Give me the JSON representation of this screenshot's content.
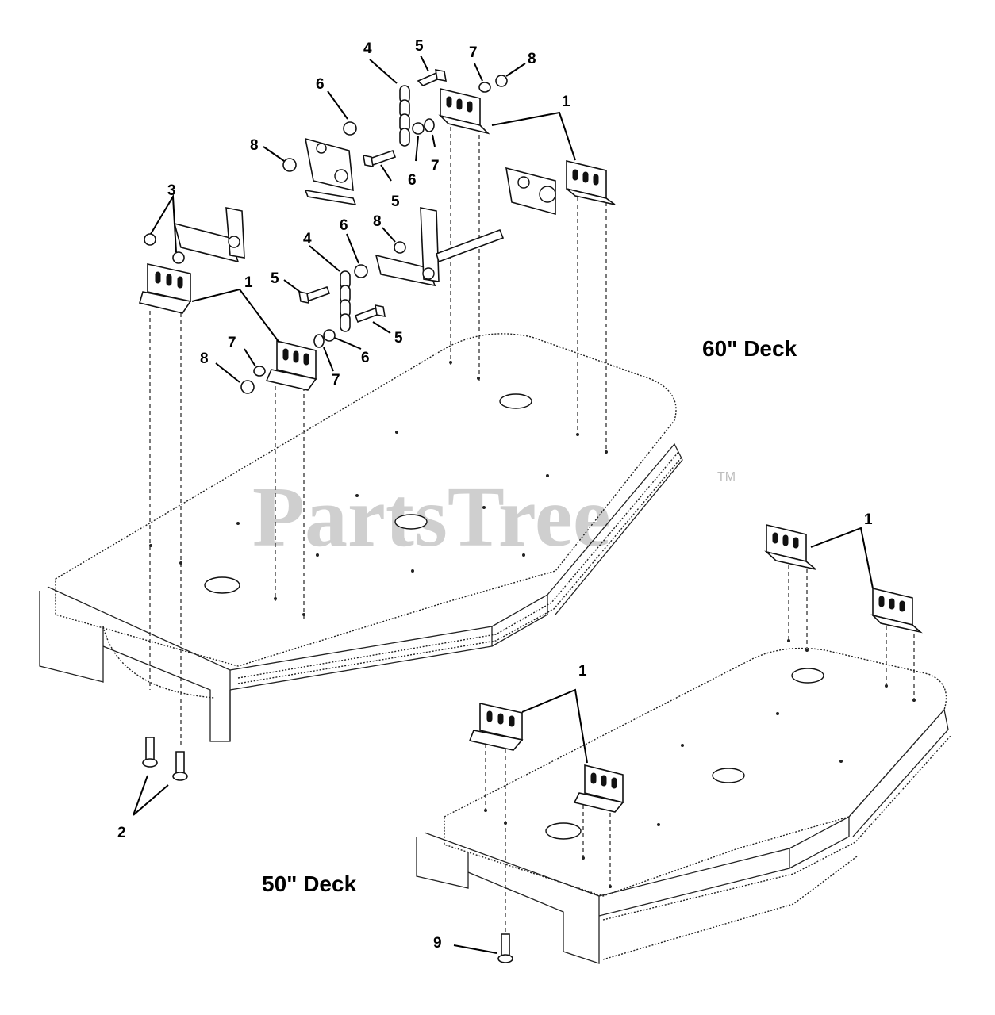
{
  "watermark": {
    "text": "PartsTree",
    "trademark": "TM"
  },
  "labels": {
    "deck_60": "60\" Deck",
    "deck_50": "50\" Deck"
  },
  "callouts": [
    {
      "id": "c1",
      "text": "4"
    },
    {
      "id": "c2",
      "text": "5"
    },
    {
      "id": "c3",
      "text": "7"
    },
    {
      "id": "c4",
      "text": "8"
    },
    {
      "id": "c5",
      "text": "6"
    },
    {
      "id": "c6",
      "text": "1"
    },
    {
      "id": "c7",
      "text": "8"
    },
    {
      "id": "c8",
      "text": "6"
    },
    {
      "id": "c9",
      "text": "7"
    },
    {
      "id": "c10",
      "text": "5"
    },
    {
      "id": "c11",
      "text": "3"
    },
    {
      "id": "c12",
      "text": "6"
    },
    {
      "id": "c13",
      "text": "8"
    },
    {
      "id": "c14",
      "text": "4"
    },
    {
      "id": "c15",
      "text": "5"
    },
    {
      "id": "c16",
      "text": "1"
    },
    {
      "id": "c17",
      "text": "5"
    },
    {
      "id": "c18",
      "text": "7"
    },
    {
      "id": "c19",
      "text": "6"
    },
    {
      "id": "c20",
      "text": "8"
    },
    {
      "id": "c21",
      "text": "7"
    },
    {
      "id": "c22",
      "text": "1"
    },
    {
      "id": "c23",
      "text": "1"
    },
    {
      "id": "c24",
      "text": "2"
    },
    {
      "id": "c25",
      "text": "9"
    }
  ]
}
